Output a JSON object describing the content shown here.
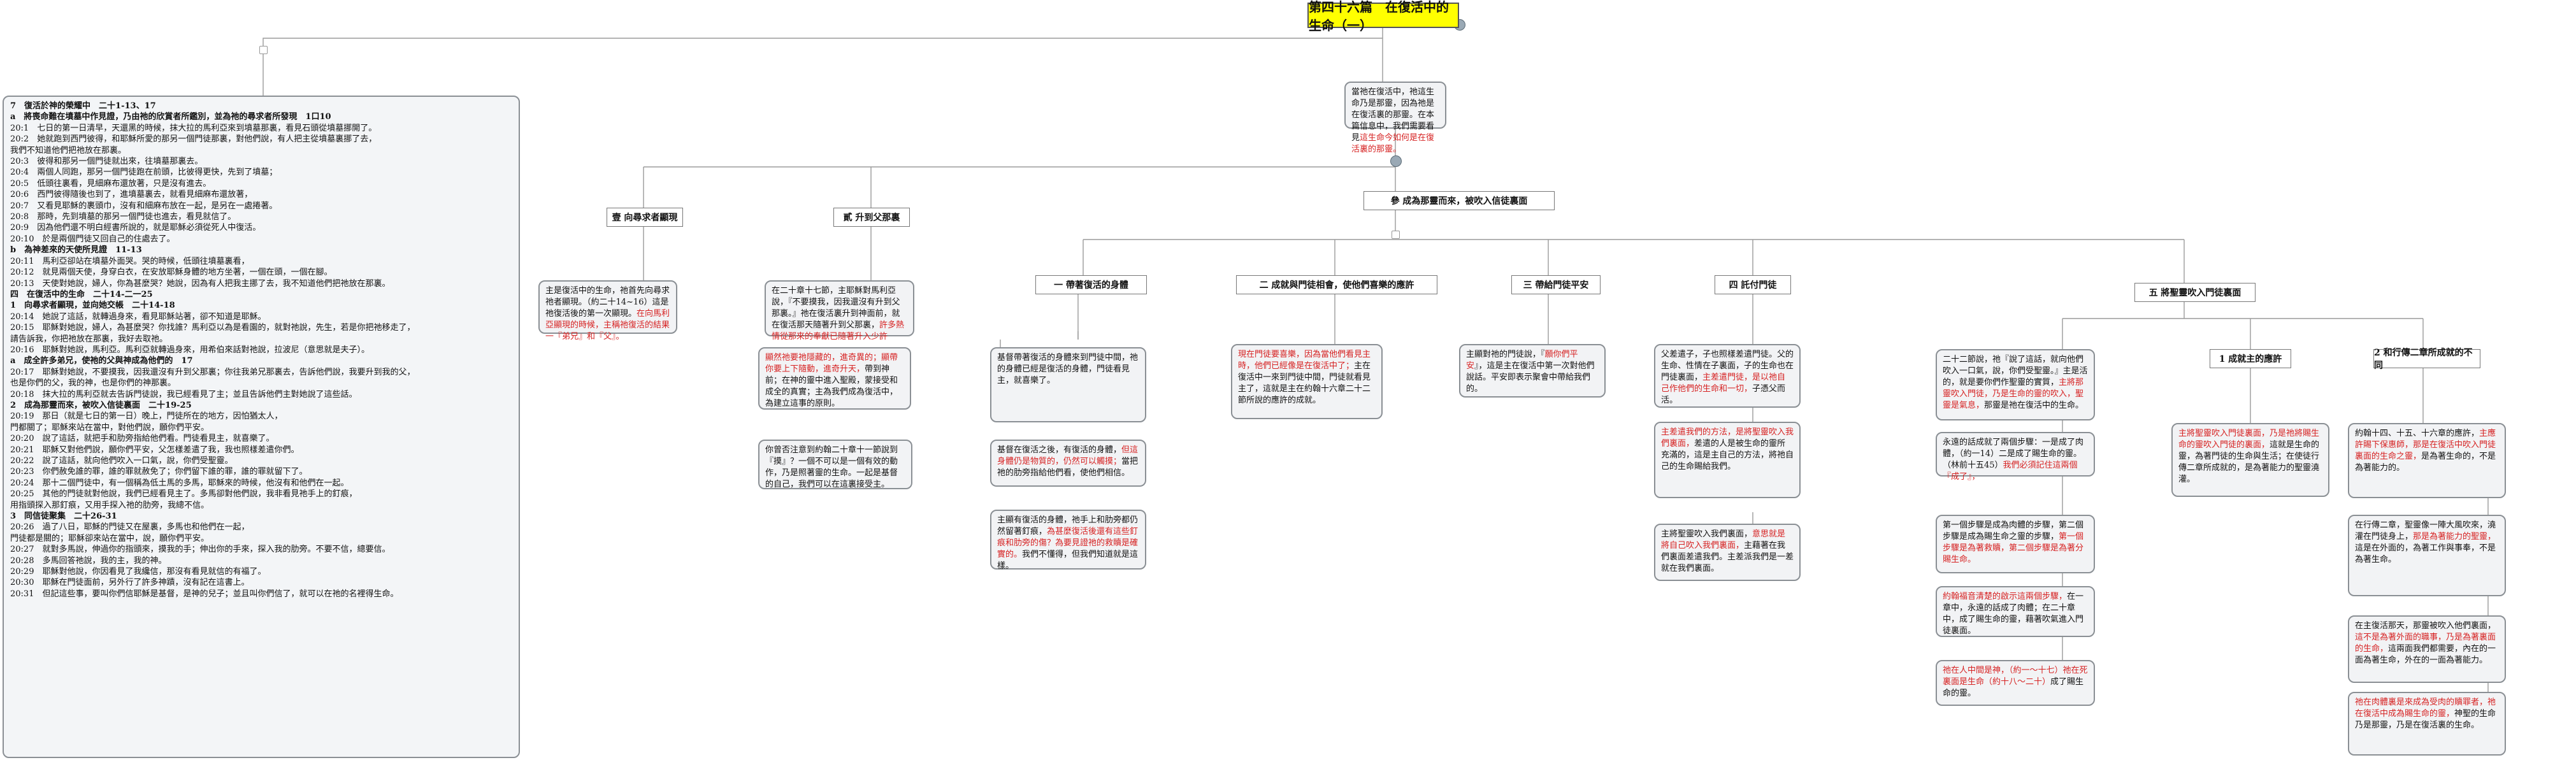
{
  "title": "第四十六篇　在復活中的生命（一）",
  "intro": {
    "text": "當祂在復活中，祂這生命乃是那靈，因為祂是在復活裏的那靈。在本篇信息中，我們需要看見",
    "red": "這生命今如何是在復活裏的那靈。"
  },
  "left_box": {
    "lines": [
      {
        "t": "7　復活於神的榮耀中　二十1-13、17",
        "b": true
      },
      {
        "t": "a　將喪命難在墳墓中作見證，乃由祂的欣賞者所鑑別，並為祂的尋求者所發現　1口10",
        "b": true
      },
      {
        "t": "20:1　七日的第一日清早，天還黑的時候，抹大拉的馬利亞來到墳墓那裏，看見石頭從墳墓挪開了。"
      },
      {
        "t": "20:2　她就跑到西門彼得，和耶穌所愛的那另一個門徒那裏，對他們說，有人把主從墳墓裏挪了去，"
      },
      {
        "t": "我們不知道他們把祂放在那裏。"
      },
      {
        "t": "20:3　彼得和那另一個門徒就出來，往墳墓那裏去。"
      },
      {
        "t": "20:4　兩個人同跑，那另一個門徒跑在前頭，比彼得更快，先到了墳墓；"
      },
      {
        "t": "20:5　低頭往裏看，見細麻布還放著，只是沒有進去。"
      },
      {
        "t": "20:6　西門彼得隨後也到了，進墳墓裏去，就看見細麻布還放著，"
      },
      {
        "t": "20:7　又看見耶穌的裹頭巾，沒有和細麻布放在一起，是另在一處捲著。"
      },
      {
        "t": "20:8　那時，先到墳墓的那另一個門徒也進去，看見就信了。"
      },
      {
        "t": "20:9　因為他們還不明白經書所說的，就是耶穌必須從死人中復活。"
      },
      {
        "t": "20:10　於是兩個門徒又回自己的住處去了。"
      },
      {
        "t": "b　為神差來的天使所見證　11-13",
        "b": true
      },
      {
        "t": "20:11　馬利亞卻站在墳墓外面哭。哭的時候，低頭往墳墓裏看，"
      },
      {
        "t": "20:12　就見兩個天使，身穿白衣，在安放耶穌身體的地方坐著，一個在頭，一個在腳。"
      },
      {
        "t": "20:13　天使對她說，婦人，你為甚麼哭？她說，因為有人把我主挪了去，我不知道他們把祂放在那裏。"
      },
      {
        "t": "四　在復活中的生命　二十14-二一25",
        "b": true
      },
      {
        "t": "1　向尋求者顯現，並向她交帳　二十14-18",
        "b": true
      },
      {
        "t": "20:14　她說了這話，就轉過身來，看見耶穌站著，卻不知道是耶穌。"
      },
      {
        "t": "20:15　耶穌對她說，婦人，為甚麼哭？你找誰？馬利亞以為是看園的，就對祂說，先生，若是你把祂移走了，"
      },
      {
        "t": "請告訴我，你把祂放在那裏，我好去取祂。"
      },
      {
        "t": "20:16　耶穌對她說，馬利亞。馬利亞就轉過身來，用希伯來話對祂說，拉波尼（意思就是夫子）。"
      },
      {
        "t": "a　成全許多弟兄，使祂的父與神成為他們的　17",
        "b": true
      },
      {
        "t": "20:17　耶穌對她說，不要摸我，因我還沒有升到父那裏；你往我弟兄那裏去，告訴他們說，我要升到我的父，"
      },
      {
        "t": "也是你們的父，我的神，也是你們的神那裏。"
      },
      {
        "t": "20:18　抹大拉的馬利亞就去告訴門徒說，我已經看見了主；並且告訴他們主對她說了這些話。"
      },
      {
        "t": "2　成為那靈而來，被吹入信徒裏面　二十19-25",
        "b": true
      },
      {
        "t": "20:19　那日（就是七日的第一日）晚上，門徒所在的地方，因怕猶太人，"
      },
      {
        "t": "門都關了；耶穌來站在當中，對他們說，願你們平安。"
      },
      {
        "t": "20:20　說了這話，就把手和肋旁指給他們看。門徒看見主，就喜樂了。"
      },
      {
        "t": "20:21　耶穌又對他們說，願你們平安，父怎樣差遣了我，我也照樣差遣你們。"
      },
      {
        "t": "20:22　說了這話，就向他們吹入一口氣，說，你們受聖靈。"
      },
      {
        "t": "20:23　你們赦免誰的罪，誰的罪就赦免了；你們留下誰的罪，誰的罪就留下了。"
      },
      {
        "t": "20:24　那十二個門徒中，有一個稱為低土馬的多馬，耶穌來的時候，他沒有和他們在一起。"
      },
      {
        "t": "20:25　其他的門徒就對他說，我們已經看見主了。多馬卻對他們說，我非看見祂手上的釘痕，"
      },
      {
        "t": "用指頭探入那釘痕，又用手探入祂的肋旁，我總不信。"
      },
      {
        "t": "3　同信徒聚集　二十26-31",
        "b": true
      },
      {
        "t": "20:26　過了八日，耶穌的門徒又在屋裏，多馬也和他們在一起，"
      },
      {
        "t": "門徒都是關的；耶穌卻來站在當中，說，願你們平安。"
      },
      {
        "t": "20:27　就對多馬說，伸過你的指頭來，摸我的手；伸出你的手來，探入我的肋旁。不要不信，總要信。"
      },
      {
        "t": "20:28　多馬回答祂說，我的主，我的神。"
      },
      {
        "t": "20:29　耶穌對他說，你因看見了我纔信，那沒有看見就信的有福了。"
      },
      {
        "t": "20:30　耶穌在門徒面前，另外行了許多神蹟，沒有記在這書上。"
      },
      {
        "t": "20:31　但記這些事，要叫你們信耶穌是基督，是神的兒子；並且叫你們信了，就可以在祂的名裡得生命。"
      }
    ]
  },
  "headers": {
    "h1": "壹 向尋求者顯現",
    "h2": "貳 升到父那裏",
    "h3": "參 成為那靈而來，被吹入信徒裏面",
    "h31": "一 帶著復活的身體",
    "h32": "二 成就與門徒相會，使他們喜樂的應許",
    "h33": "三 帶給門徒平安",
    "h34": "四 託付門徒",
    "h35": "五 將聖靈吹入門徒裏面",
    "h351": "1 成就主的應許",
    "h352": "2 和行傳二章所成就的不同"
  },
  "notes": {
    "n1": {
      "text": "主是復活中的生命，祂首先向尋求祂者顯現。（約二十14~16）這是祂復活後的第一次顯現。",
      "red": "在向馬利亞顯現的時候，主稱祂復活的結果一『弟兄』和『父』。"
    },
    "n2": {
      "text": "在二十章十七節，主耶穌對馬利亞說，『不要摸我，因我還沒有升到父那裏。』祂在復活裏升到神面前，就在復活那天隨著升到父那裏，",
      "red": "許多熱情從那來的奉獻已隨著升入少許"
    },
    "n31a": {
      "red": "顯然祂要祂隱藏的，進奇異的；顯帶你要上下隨動，進奇升天，",
      "text": "帶到神前；在神的靈中進入聖殿，蒙接受和成全的真實；主為我們成為復活中，為建立這事的原則。"
    },
    "n31b": {
      "text": "基督帶著復活的身體來到門徒中間，祂的身體已經是復活的身體，門徒看見主，就喜樂了。"
    },
    "n31c": {
      "text": "你曾否注意到約翰二十章十一節說到『摸』？一個不可以是一個有效的動作，乃是照著靈的生命。一起是基督的自己，我們可以在這裏接受主。"
    },
    "n31d": {
      "text": "基督在復活之後，有復活的身體，",
      "red": "但這身體仍是物質的，仍然可以觸摸；",
      "text2": "當把祂的肋旁指給他們看，使他們相信。"
    },
    "n31e": {
      "text": "主顯有復活的身體，祂手上和肋旁都仍然留著釘痕，",
      "red": "為甚麼復活後還有這些釘痕和肋旁的傷？為要見證祂的救贖是確實的。",
      "text2": "我們不懂得，但我們知道就是這樣。"
    },
    "n32": {
      "red": "現在門徒要喜樂，因為當他們看見主時，他們已經像是在復活中了；",
      "text": "主在復活中一來到門徒中間，門徒就看見主了，這就是主在約翰十六章二十二節所說的應許的成就。"
    },
    "n33": {
      "text": "主顯對祂的門徒說，『",
      "red": "願你們平安",
      "text2": "』，這是主在復活中第一次對他們說話。平安即表示聚會中帶給我們的。"
    },
    "n34a": {
      "text": "父差遣子，子也照樣差遣門徒。父的生命、性情在子裏面，子的生命也在門徒裏面，",
      "red": "主差遣門徒，是以祂自己作他們的生命和一切，",
      "text2": "子憑父而活。"
    },
    "n34b": {
      "red": "主差遣我們的方法，是將聖靈吹入我們裏面，",
      "text": "差遣的人是被生命的靈所充滿的，這是主自己的方法，將祂自己的生命賜給我們。"
    },
    "n34c": {
      "text": "主將聖靈吹入我們裏面，",
      "red": "意思就是將自己吹入我們裏面，",
      "text2": "主藉著在我們裏面差遣我們。主差派我們是一差就在我們裏面。"
    },
    "n351a": {
      "text": "二十二節說，祂『說了這話，就向他們吹入一口氣，說，你們受聖靈。』主是活的，就是要你們作聖靈的實質，",
      "red": "主將那靈吹入門徒，乃是生命的靈的吹入，聖靈是氣息，",
      "text2": "那靈是祂在復活中的生命。"
    },
    "n351b": {
      "text": "永遠的話成就了兩個步驟：一是成了肉體，（約一14）二是成了賜生命的靈。（林前十五45）",
      "red": "我們必須記住這兩個『成了』，"
    },
    "n351c": {
      "text": "第一個步驟是成為肉體的步驟，第二個步驟是成為賜生命之靈的步驟，",
      "red": "第一個步驟是為著救贖，第二個步驟是為著分賜生命。"
    },
    "n351d": {
      "red": "約翰福音清楚的啟示這兩個步驟，",
      "text": "在一章中，永遠的話成了肉體；在二十章中，成了賜生命的靈，藉著吹氣進入門徒裏面。"
    },
    "n351e": {
      "red": "祂在人中間是神，（約一～十七）祂在死裏面是生命（約十八～二十）",
      "text": "成了賜生命的靈。"
    },
    "n352a": {
      "red": "主將聖靈吹入門徒裏面，乃是祂將賜生命的靈吹入門徒的裏面，",
      "text": "這就是生命的靈，為著門徒的生命與生活；在使徒行傳二章所成就的，是為著能力的聖靈澆灌。"
    },
    "n352b": {
      "text": "約翰十四、十五、十六章的應許，",
      "red": "主應許賜下保惠師，那是在復活中吹入門徒裏面的生命之靈，",
      "text2": "是為著生命的，不是為著能力的。"
    },
    "n352c": {
      "text": "在行傳二章，聖靈像一陣大風吹來，澆灌在門徒身上，",
      "red": "那是為著能力的聖靈，",
      "text2": "這是在外面的，為著工作與事奉，不是為著生命。"
    },
    "n352d": {
      "text": "在主復活那天，那靈被吹入他們裏面，",
      "red": "這不是為著外面的職事，乃是為著裏面的生命，",
      "text2": "這兩面我們都需要，內在的一面為著生命，外在的一面為著能力。"
    },
    "n352e": {
      "red": "祂在肉體裏是來成為受肉的贖罪者，祂在復活中成為賜生命的靈，",
      "text": "神聖的生命乃是那靈，乃是在復活裏的生命。"
    }
  }
}
